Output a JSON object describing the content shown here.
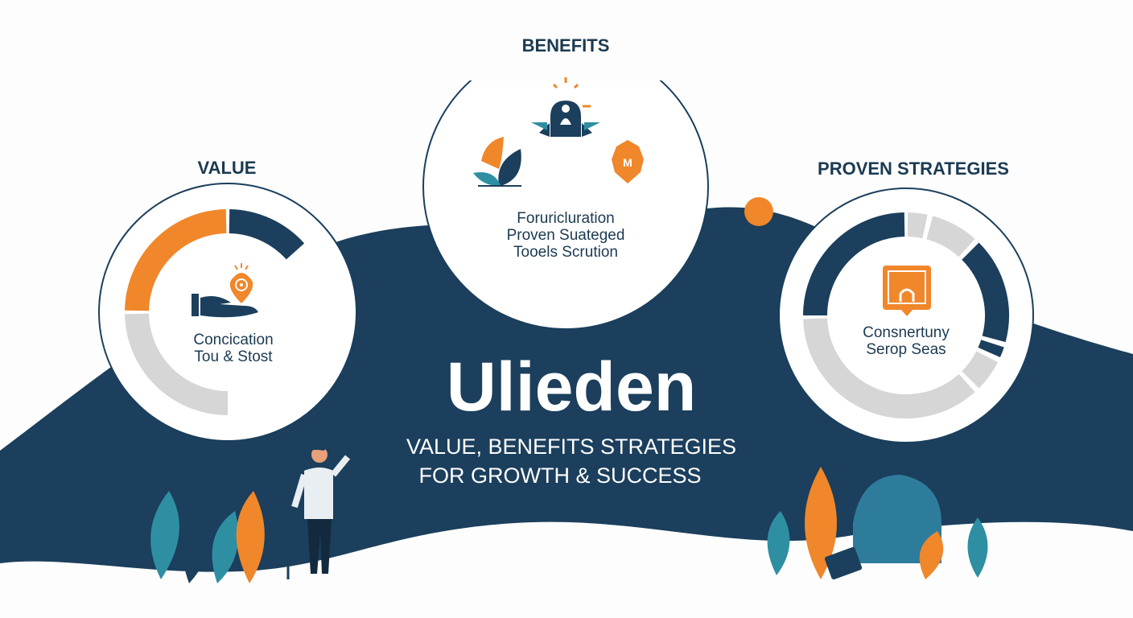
{
  "colors": {
    "navy": "#1b3f5c",
    "orange": "#f0872a",
    "gray": "#d6d6d6",
    "teal": "#2e8fa3",
    "white": "#ffffff"
  },
  "sections": {
    "value": {
      "heading": "VALUE",
      "lines": [
        "Concication",
        "Tou & Stost"
      ],
      "icons": [
        "hand-icon",
        "heart-target-icon"
      ]
    },
    "benefits": {
      "heading": "BENEFITS",
      "lines": [
        "Foruricluration",
        "Proven Suateged",
        "Tooels Scrution"
      ],
      "icons": [
        "person-rays-icon",
        "leaves-icon",
        "badge-icon"
      ]
    },
    "strategies": {
      "heading": "PROVEN STRATEGIES",
      "lines": [
        "Consnertuny",
        "Serop Seas"
      ],
      "icons": [
        "building-pin-icon"
      ]
    }
  },
  "hero": {
    "title": "Ulieden",
    "subtitle_line1": "VALUE, BENEFITS STRATEGIES",
    "subtitle_line2": "FOR GROWTH & SUCCESS"
  }
}
